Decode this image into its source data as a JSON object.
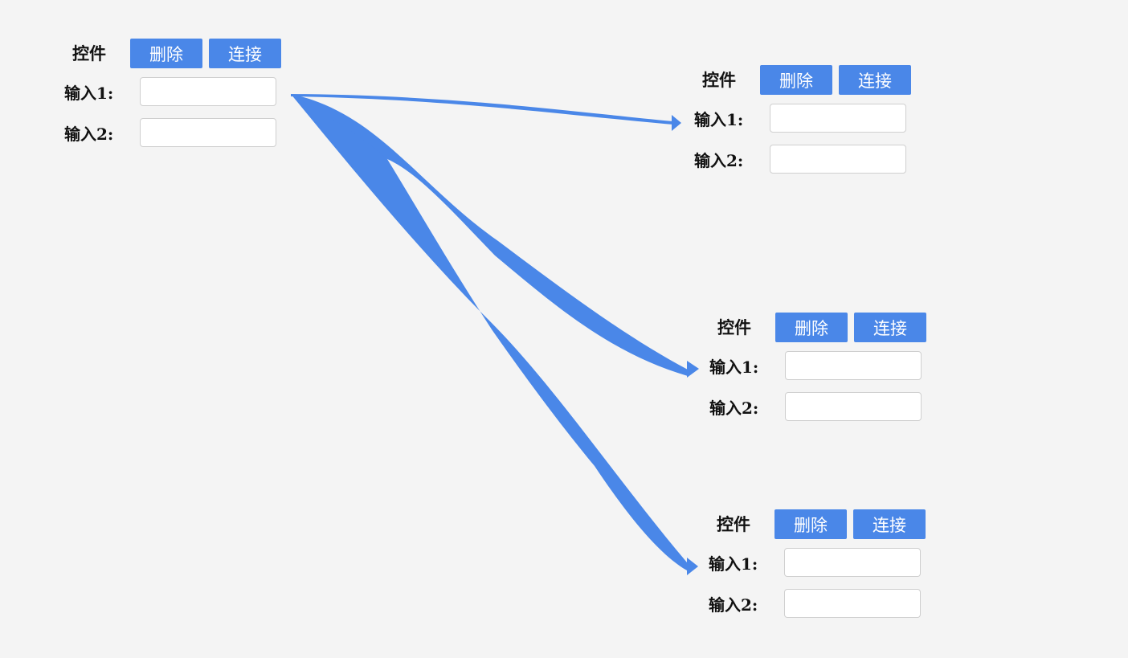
{
  "widgets": [
    {
      "title": "控件",
      "delete_label": "删除",
      "connect_label": "连接",
      "input1_label": "输入1:",
      "input1_value": "",
      "input2_label": "输入2:",
      "input2_value": ""
    },
    {
      "title": "控件",
      "delete_label": "删除",
      "connect_label": "连接",
      "input1_label": "输入1:",
      "input1_value": "",
      "input2_label": "输入2:",
      "input2_value": ""
    },
    {
      "title": "控件",
      "delete_label": "删除",
      "connect_label": "连接",
      "input1_label": "输入1:",
      "input1_value": "",
      "input2_label": "输入2:",
      "input2_value": ""
    },
    {
      "title": "控件",
      "delete_label": "删除",
      "connect_label": "连接",
      "input1_label": "输入1:",
      "input1_value": "",
      "input2_label": "输入2:",
      "input2_value": ""
    }
  ],
  "connections": [
    {
      "from": "widget-1.input-1",
      "to": "widget-2.input-1"
    },
    {
      "from": "widget-1.input-1",
      "to": "widget-3.input-1"
    },
    {
      "from": "widget-1.input-1",
      "to": "widget-4.input-1"
    }
  ],
  "colors": {
    "accent": "#4a87e8",
    "background": "#f4f4f4",
    "connector": "#4a87e8"
  }
}
